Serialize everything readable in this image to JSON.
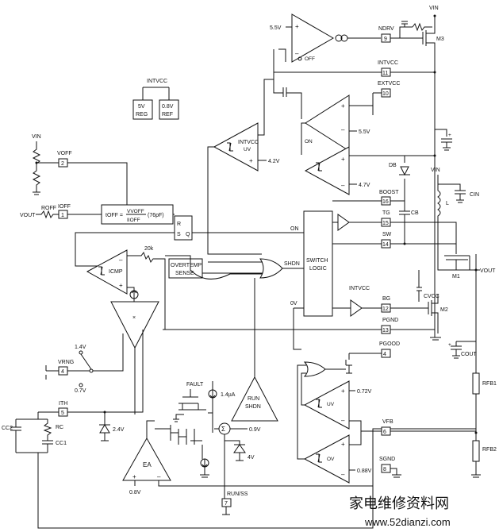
{
  "labels": {
    "vin_top": "VIN",
    "v55": "5.5V",
    "off": "OFF",
    "ndrv": "NDRV",
    "m3": "M3",
    "intvcc_pin": "INTVCC",
    "extvcc": "EXTVCC",
    "intvcc_mid": "INTVCC",
    "reg5v_a": "5V",
    "reg5v_b": "REG",
    "ref_a": "0.8V",
    "ref_b": "REF",
    "uv": "UV",
    "v42": "4.2V",
    "on": "ON",
    "v55b": "5.5V",
    "v47": "4.7V",
    "vin_left": "VIN",
    "voff": "VOFF",
    "roff": "ROFF",
    "ioff": "IOFF",
    "vout_left": "VOUT",
    "toff_a": "tOFF =",
    "toff_b": "VVOFF",
    "toff_c": "IIOFF",
    "toff_d": "(76pF)",
    "r": "R",
    "s": "S",
    "q": "Q",
    "on_sig": "ON",
    "shdn": "SHDN",
    "switch_a": "SWITCH",
    "switch_b": "LOGIC",
    "r20k": "20k",
    "icmp": "ICMP",
    "overtemp_a": "OVERTEMP",
    "overtemp_b": "SENSE",
    "zero_v": "0V",
    "intvcc_bg": "INTVCC",
    "db": "DB",
    "boost": "BOOST",
    "cb": "CB",
    "tg": "TG",
    "sw": "SW",
    "vin_right": "VIN",
    "cin": "CIN",
    "l": "L",
    "m1": "M1",
    "vout_right": "VOUT",
    "cvcc": "CVCC",
    "bg": "BG",
    "m2": "M2",
    "pgnd": "PGND",
    "cout": "COUT",
    "pgood": "PGOOD",
    "v072": "0.72V",
    "uv2": "UV",
    "rfb1": "RFB1",
    "fault": "FAULT",
    "i14": "1.4µA",
    "run_a": "RUN",
    "run_b": "SHDN",
    "v14": "1.4V",
    "vrng": "VRNG",
    "v07": "0.7V",
    "ith": "ITH",
    "cc2": "CC2",
    "rc": "RC",
    "cc1": "CC1",
    "v24": "2.4V",
    "sigma": "Σ",
    "v09": "0.9V",
    "v4": "4V",
    "ea": "EA",
    "v08": "0.8V",
    "vfb": "VFB",
    "ov": "OV",
    "v088": "0.88V",
    "rfb2": "RFB2",
    "sgnd": "SGND",
    "runss": "RUN/SS",
    "times": "×",
    "plus": "+",
    "minus": "–"
  },
  "pins": {
    "p9": "9",
    "p11": "11",
    "p10": "10",
    "p2": "2",
    "p1": "1",
    "p16": "16",
    "p15": "15",
    "p14": "14",
    "p12": "12",
    "p13": "13",
    "p4": "4",
    "p5": "5",
    "p6": "6",
    "p8": "8",
    "p7": "7"
  },
  "watermark": {
    "cn": "家电维修资料网",
    "url": "www.52dianzi.com"
  }
}
